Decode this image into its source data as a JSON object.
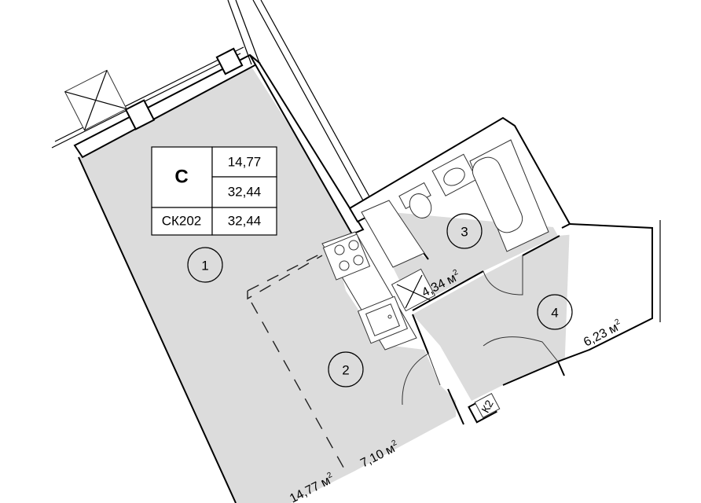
{
  "unit_table": {
    "type": "С",
    "living_area": "14,77",
    "total_area_1": "32,44",
    "code": "СК202",
    "total_area_2": "32,44"
  },
  "rooms": [
    {
      "number": "1",
      "area": "14,77",
      "unit": "м",
      "unit_power": "2"
    },
    {
      "number": "2",
      "area": "7,10",
      "unit": "м",
      "unit_power": "2"
    },
    {
      "number": "3",
      "area": "4,34",
      "unit": "м",
      "unit_power": "2"
    },
    {
      "number": "4",
      "area": "6,23",
      "unit": "м",
      "unit_power": "2"
    }
  ],
  "shaft_label": "К2",
  "colors": {
    "room_fill": "#dcdcdc",
    "wall": "#000000"
  }
}
